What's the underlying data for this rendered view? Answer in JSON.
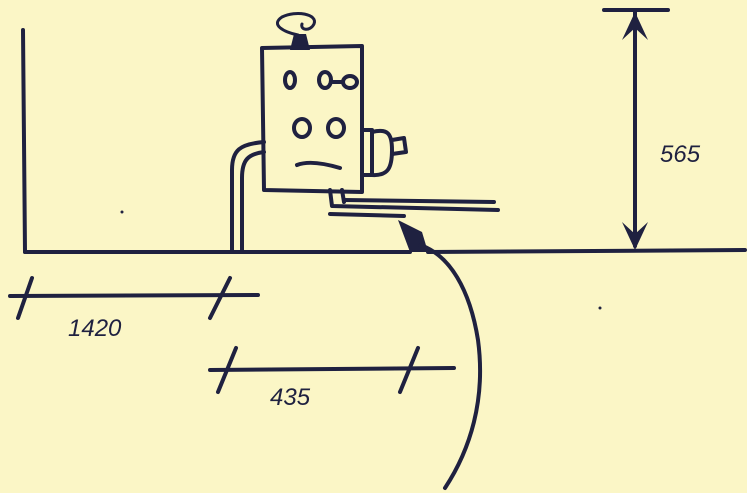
{
  "dimensions": {
    "height_label": "565",
    "left_offset_label": "1420",
    "pipe_spacing_label": "435"
  },
  "colors": {
    "background": "#fbf6c6",
    "ink": "#1f2140"
  }
}
